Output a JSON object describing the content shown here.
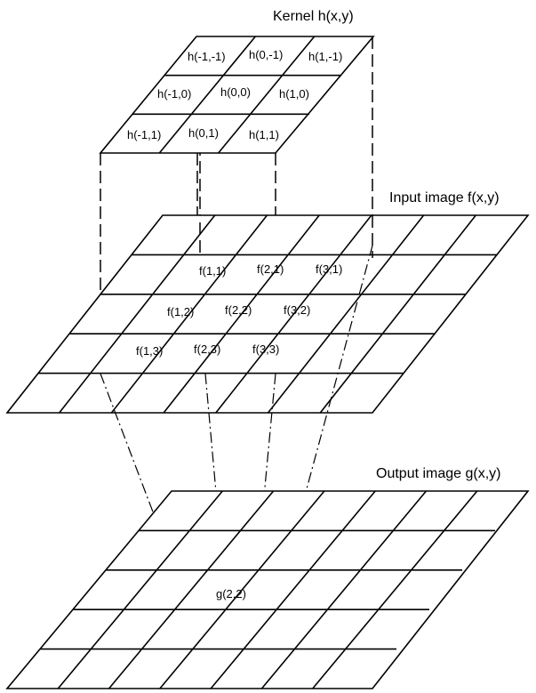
{
  "labels": {
    "kernel_title": "Kernel h(x,y)",
    "input_title": "Input image f(x,y)",
    "output_title": "Output image g(x,y)"
  },
  "kernel": {
    "rows": 3,
    "cols": 3,
    "cells": [
      [
        "h(-1,-1)",
        "h(0,-1)",
        "h(1,-1)"
      ],
      [
        "h(-1,0)",
        "h(0,0)",
        "h(1,0)"
      ],
      [
        "h(-1,1)",
        "h(0,1)",
        "h(1,1)"
      ]
    ]
  },
  "input_image": {
    "rows": 5,
    "cols": 7,
    "cells": [
      [
        "f(1,1)",
        "f(2,1)",
        "f(3,1)"
      ],
      [
        "f(1,2)",
        "f(2,2)",
        "f(3,2)"
      ],
      [
        "f(1,3)",
        "f(2,3)",
        "f(3,3)"
      ]
    ]
  },
  "output_image": {
    "rows": 5,
    "cols": 7,
    "cells": [
      "g(2,2)"
    ]
  }
}
